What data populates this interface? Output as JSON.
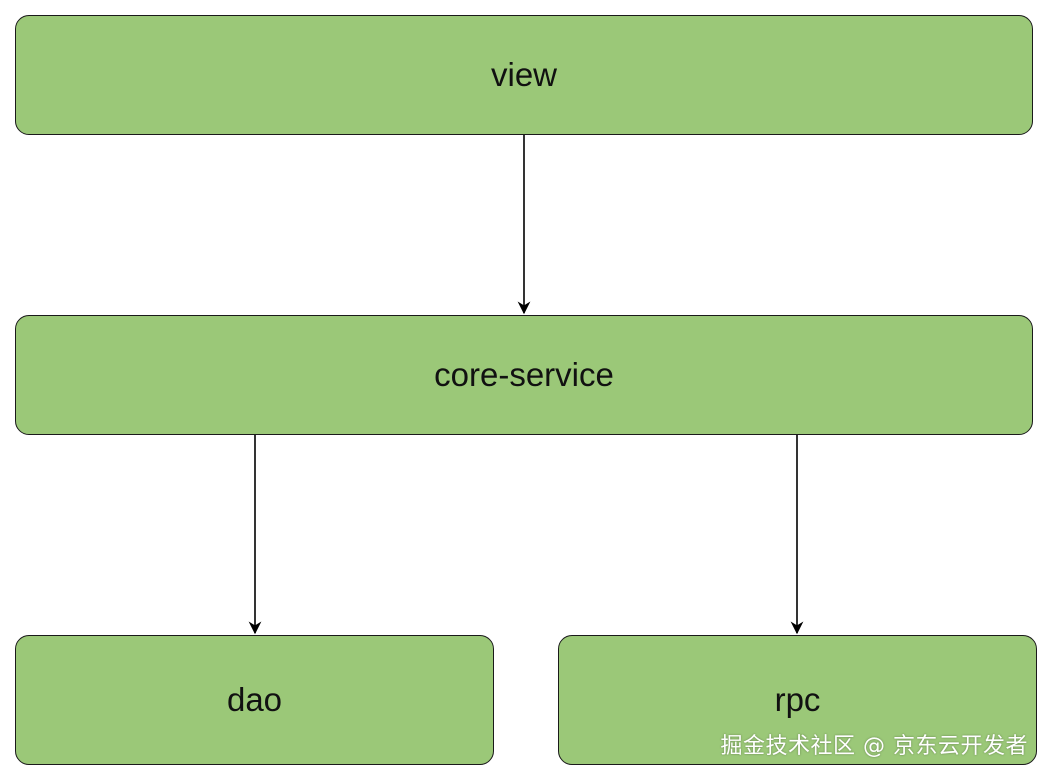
{
  "colors": {
    "node_fill": "#9bc878",
    "node_border": "#1a1a1a",
    "edge": "#000000",
    "watermark": "#ffffff"
  },
  "nodes": {
    "view": {
      "label": "view"
    },
    "core_service": {
      "label": "core-service"
    },
    "dao": {
      "label": "dao"
    },
    "rpc": {
      "label": "rpc"
    }
  },
  "edges": [
    {
      "from": "view",
      "to": "core-service"
    },
    {
      "from": "core-service",
      "to": "dao"
    },
    {
      "from": "core-service",
      "to": "rpc"
    }
  ],
  "watermark": {
    "text": "掘金技术社区 @ 京东云开发者"
  }
}
